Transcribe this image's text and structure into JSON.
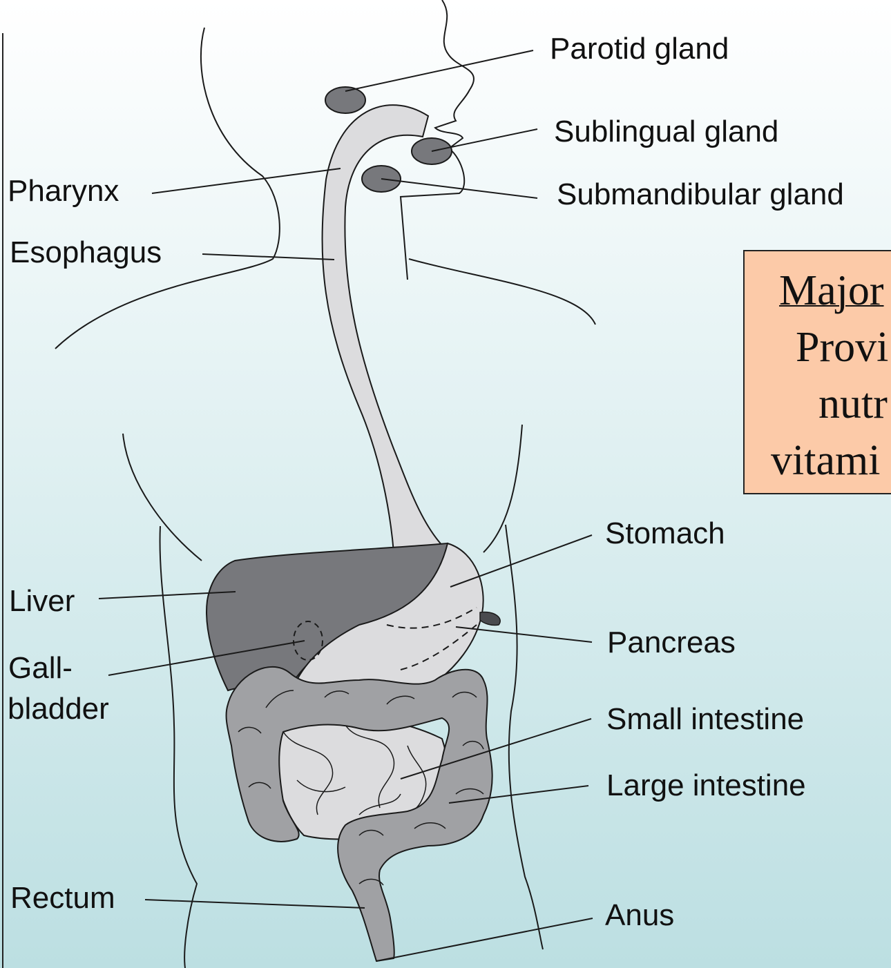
{
  "labels": {
    "parotid": "Parotid gland",
    "sublingual": "Sublingual gland",
    "submandibular": "Submandibular gland",
    "pharynx": "Pharynx",
    "esophagus": "Esophagus",
    "stomach": "Stomach",
    "liver": "Liver",
    "gallbladder_1": "Gall-",
    "gallbladder_2": "bladder",
    "pancreas": "Pancreas",
    "small_intestine": "Small intestine",
    "large_intestine": "Large intestine",
    "rectum": "Rectum",
    "anus": "Anus"
  },
  "callout": {
    "line1": "Major",
    "line2": "Provi",
    "line3": "nutr",
    "line4": "vitami"
  },
  "colors": {
    "background_top": "#ffffff",
    "background_bottom": "#bcdfe2",
    "organ_dark": "#77787c",
    "organ_gray": "#a0a1a4",
    "organ_light": "#dcdcde",
    "callout_fill": "#fccaa8"
  }
}
